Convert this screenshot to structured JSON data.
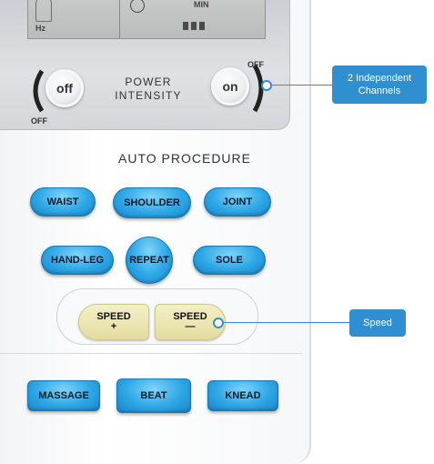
{
  "lcd": {
    "hz": "Hz",
    "min": "MIN"
  },
  "knobs": {
    "left_label": "off",
    "right_label": "on"
  },
  "off_labels": {
    "left": "OFF",
    "right": "OFF"
  },
  "power_intensity": {
    "line1": "POWER",
    "line2": "INTENSITY"
  },
  "section_title": "AUTO PROCEDURE",
  "buttons": {
    "waist": "WAIST",
    "shoulder": "SHOULDER",
    "joint": "JOINT",
    "hand_leg": "HAND-LEG",
    "repeat": "REPEAT",
    "sole": "SOLE",
    "massage": "MASSAGE",
    "beat": "BEAT",
    "knead": "KNEAD"
  },
  "speed": {
    "plus_label": "SPEED",
    "plus_symbol": "+",
    "minus_label": "SPEED",
    "minus_symbol": "—"
  },
  "callouts": {
    "channels": "2 Independent Channels",
    "speed": "Speed"
  },
  "colors": {
    "button_blue": "#2ea7e6",
    "callout_blue": "#2f8fd0",
    "speed_yellow": "#ece6b4"
  }
}
